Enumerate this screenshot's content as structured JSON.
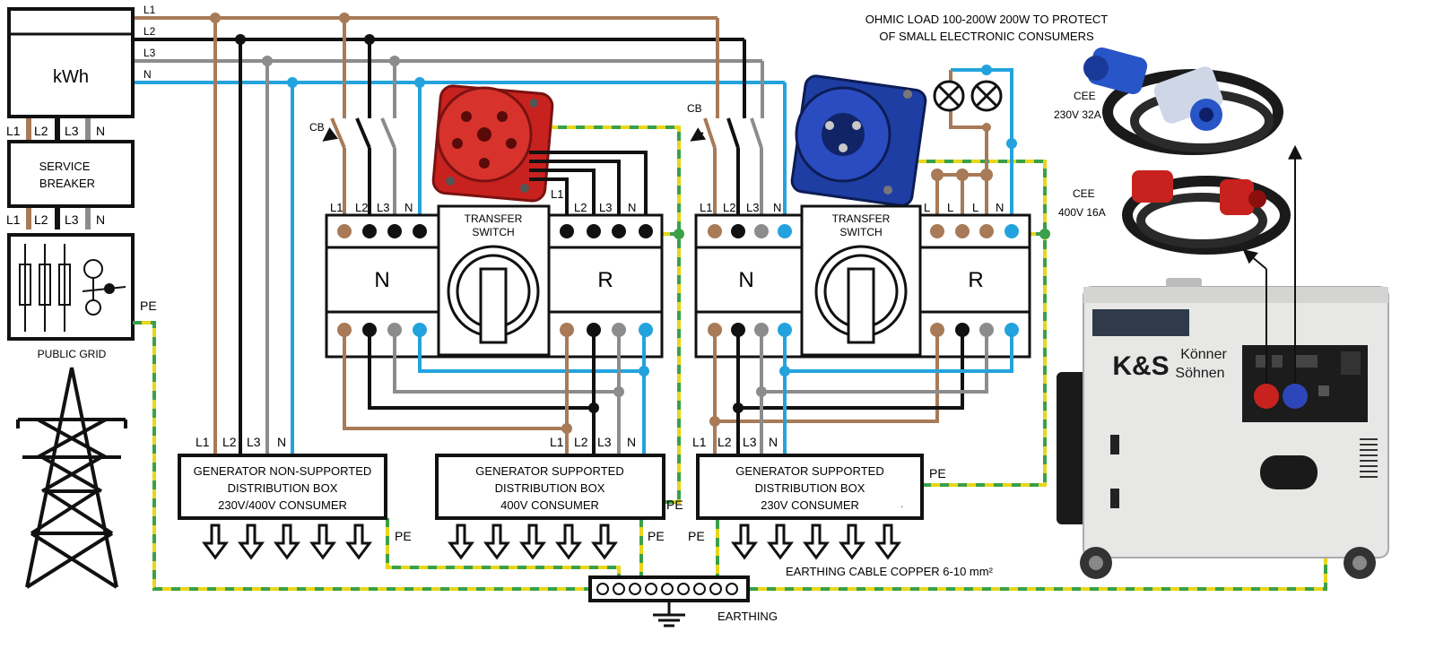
{
  "meter": {
    "title": "kWh",
    "labels": [
      "L1",
      "L2",
      "L3",
      "N"
    ]
  },
  "bus": {
    "labels": [
      "L1",
      "L2",
      "L3",
      "N"
    ]
  },
  "service_breaker": {
    "line1": "SERVICE",
    "line2": "BREAKER",
    "labels": [
      "L1",
      "L2",
      "L3",
      "N"
    ]
  },
  "public_grid": {
    "label": "PUBLIC GRID",
    "pe_label": "PE"
  },
  "cb_labels": [
    "CB",
    "CB"
  ],
  "transfer_switches": [
    {
      "title1": "TRANSFER",
      "title2": "SWITCH",
      "left_mark": "N",
      "right_mark": "R",
      "top_left_labels": [
        "L1",
        "L2",
        "L3",
        "N"
      ],
      "top_right_labels": [
        "L1",
        "L2",
        "L3",
        "N"
      ]
    },
    {
      "title1": "TRANSFER",
      "title2": "SWITCH",
      "left_mark": "N",
      "right_mark": "R",
      "top_left_labels": [
        "L1",
        "L2",
        "L3",
        "N"
      ],
      "top_right_labels": [
        "L",
        "L",
        "L",
        "N"
      ]
    }
  ],
  "ohmic_load": {
    "line1": "OHMIC  LOAD  100-200W  200W  TO PROTECT",
    "line2": "OF SMALL ELECTRONIC CONSUMERS"
  },
  "cee": [
    {
      "line1": "CEE",
      "line2": "230V 32A"
    },
    {
      "line1": "CEE",
      "line2": "400V 16A"
    }
  ],
  "distribution_boxes": [
    {
      "line1": "GENERATOR  NON-SUPPORTED",
      "line2": "DISTRIBUTION BOX",
      "line3": "230V/400V  CONSUMER",
      "top_labels": [
        "L1",
        "L2",
        "L3",
        "N"
      ],
      "pe_label": "PE"
    },
    {
      "line1": "GENERATOR  SUPPORTED",
      "line2": "DISTRIBUTION BOX",
      "line3": "400V  CONSUMER",
      "top_labels": [
        "L1",
        "L2",
        "L3",
        "N"
      ],
      "pe_label": "PE"
    },
    {
      "line1": "GENERATOR  SUPPORTED",
      "line2": "DISTRIBUTION BOX",
      "line3": "230V  CONSUMER",
      "top_labels": [
        "L1",
        "L2",
        "L3",
        "N"
      ],
      "pe_label": "PE"
    }
  ],
  "pe_labels": [
    "PE",
    "PE",
    "PE"
  ],
  "earthing": {
    "cable_label": "EARTHING CABLE COPPER  6-10 mm²",
    "label": "EARTHING"
  },
  "generator": {
    "brand_line1": "K&S",
    "brand_line2": "Könner",
    "brand_line3": "Söhnen"
  },
  "colors": {
    "brown": "#a87a57",
    "black": "#111111",
    "gray": "#8c8c8c",
    "blue": "#23a3dd",
    "pe_yellow": "#e8d61a",
    "pe_green": "#3aa04a",
    "plug_red": "#c8221f",
    "plug_blue": "#1f3ea3"
  }
}
